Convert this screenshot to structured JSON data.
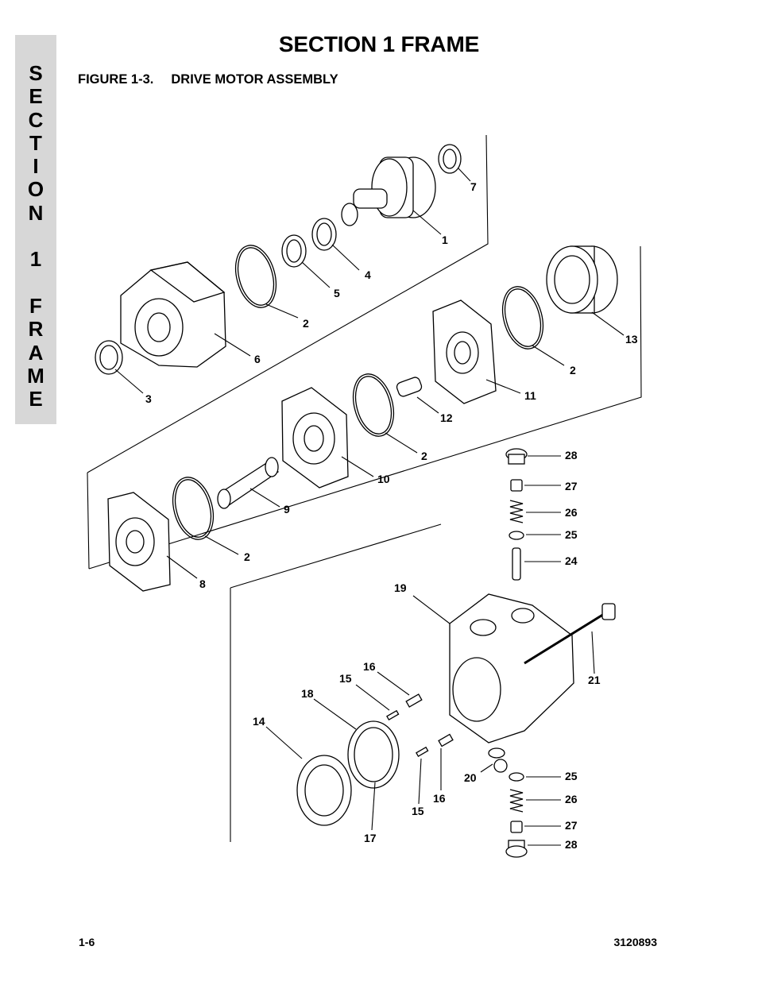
{
  "side_tab": {
    "letters": [
      "S",
      "E",
      "C",
      "T",
      "I",
      "O",
      "N",
      "",
      "1",
      "",
      "F",
      "R",
      "A",
      "M",
      "E"
    ]
  },
  "header": {
    "title": "SECTION 1  FRAME"
  },
  "figure": {
    "number": "FIGURE 1-3.",
    "title": "DRIVE MOTOR ASSEMBLY"
  },
  "callouts": {
    "c1": "1",
    "c2a": "2",
    "c2b": "2",
    "c2c": "2",
    "c2d": "2",
    "c3": "3",
    "c4": "4",
    "c5": "5",
    "c6": "6",
    "c7": "7",
    "c8": "8",
    "c9": "9",
    "c10": "10",
    "c11": "11",
    "c12": "12",
    "c13": "13",
    "c14": "14",
    "c15a": "15",
    "c15b": "15",
    "c16a": "16",
    "c16b": "16",
    "c17": "17",
    "c18": "18",
    "c19": "19",
    "c20": "20",
    "c21": "21",
    "c24": "24",
    "c25a": "25",
    "c25b": "25",
    "c26a": "26",
    "c26b": "26",
    "c27a": "27",
    "c27b": "27",
    "c28a": "28",
    "c28b": "28"
  },
  "footer": {
    "page": "1-6",
    "doc_number": "3120893"
  }
}
